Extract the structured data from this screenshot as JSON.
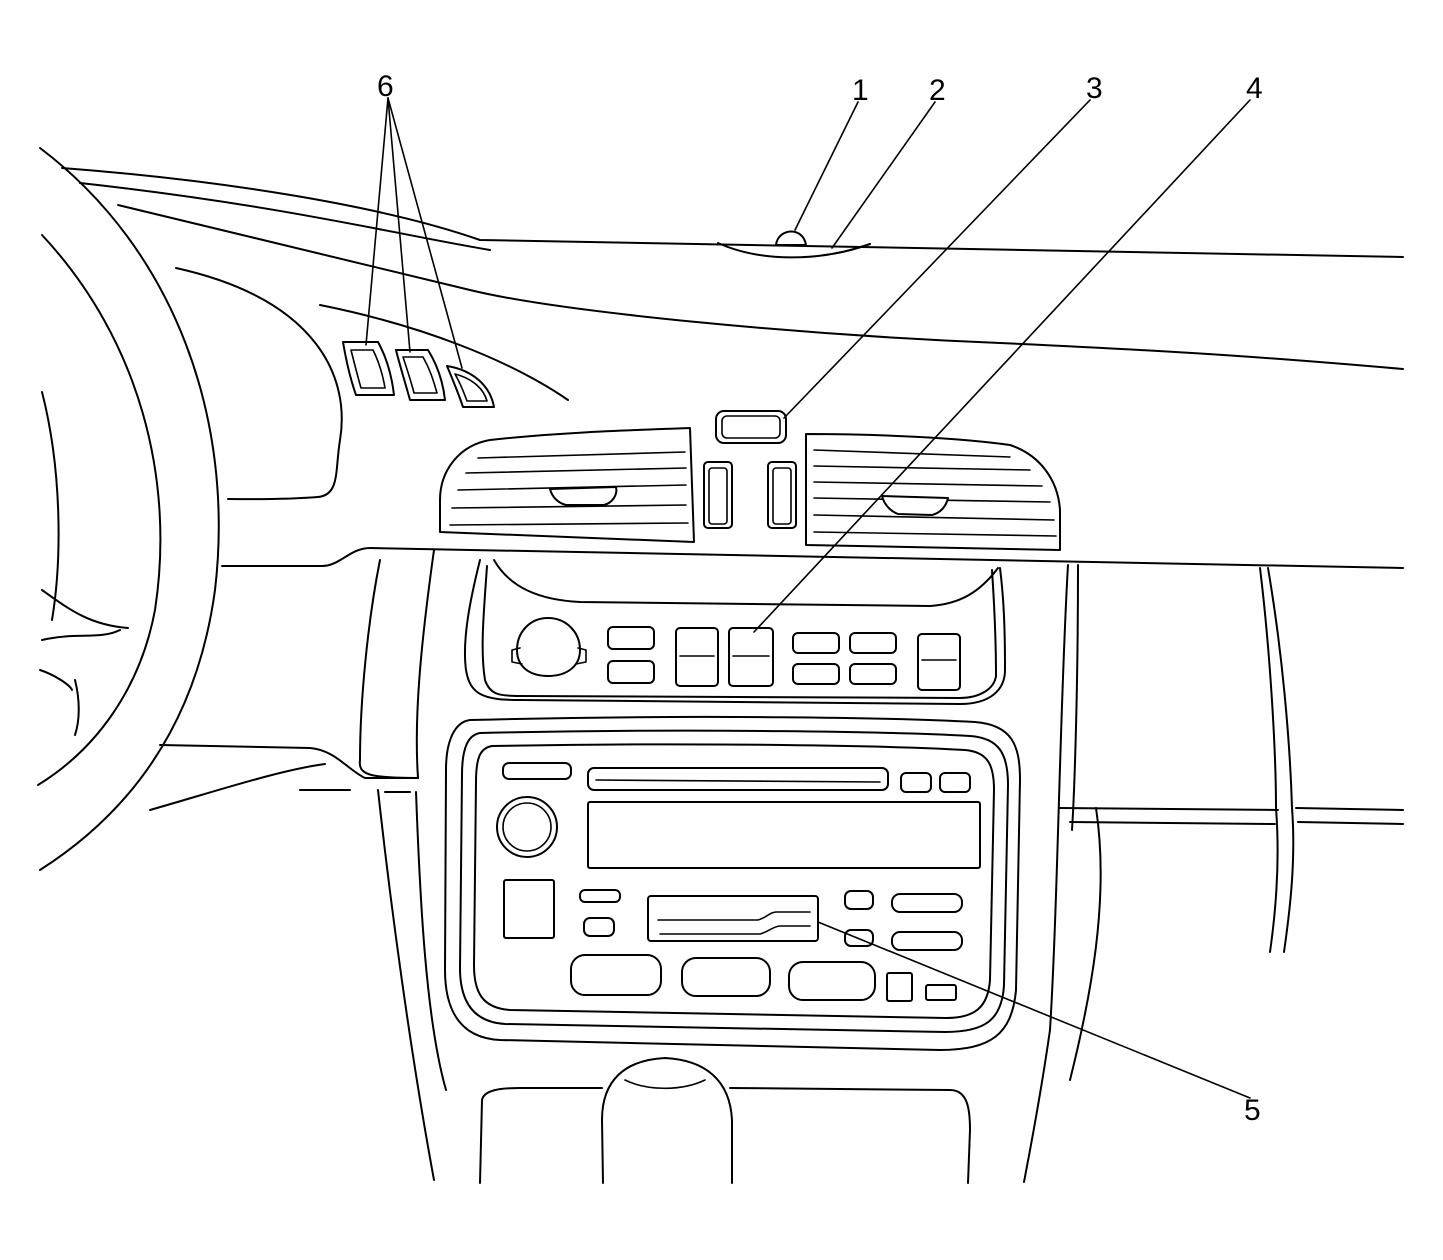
{
  "callouts": [
    {
      "id": 1,
      "label": "1",
      "part": "sun-load-sensor"
    },
    {
      "id": 2,
      "label": "2",
      "part": "defroster-grille"
    },
    {
      "id": 3,
      "label": "3",
      "part": "center-upper-indicator"
    },
    {
      "id": 4,
      "label": "4",
      "part": "climate-control-button"
    },
    {
      "id": 5,
      "label": "5",
      "part": "radio-cassette-slot"
    },
    {
      "id": 6,
      "label": "6",
      "part": "instrument-panel-switches"
    }
  ],
  "colors": {
    "line": "#000000",
    "background": "#ffffff"
  }
}
